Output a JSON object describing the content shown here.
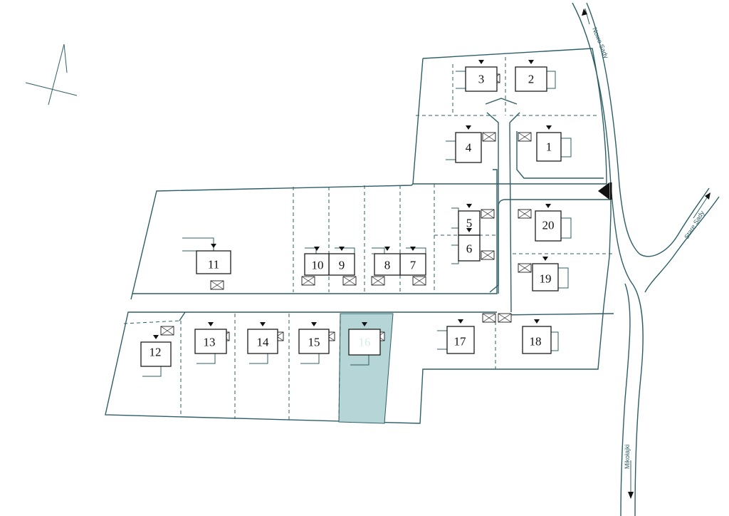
{
  "map": {
    "streets": {
      "nowe_sady": "Nowe Sady",
      "stare_sady": "Stare Sady",
      "mikolajki": "Mikołajki"
    },
    "lots": [
      {
        "id": "1",
        "label": "1",
        "selected": false
      },
      {
        "id": "2",
        "label": "2",
        "selected": false
      },
      {
        "id": "3",
        "label": "3",
        "selected": false
      },
      {
        "id": "4",
        "label": "4",
        "selected": false
      },
      {
        "id": "5",
        "label": "5",
        "selected": false
      },
      {
        "id": "6",
        "label": "6",
        "selected": false
      },
      {
        "id": "7",
        "label": "7",
        "selected": false
      },
      {
        "id": "8",
        "label": "8",
        "selected": false
      },
      {
        "id": "9",
        "label": "9",
        "selected": false
      },
      {
        "id": "10",
        "label": "10",
        "selected": false
      },
      {
        "id": "11",
        "label": "11",
        "selected": false
      },
      {
        "id": "12",
        "label": "12",
        "selected": false
      },
      {
        "id": "13",
        "label": "13",
        "selected": false
      },
      {
        "id": "14",
        "label": "14",
        "selected": false
      },
      {
        "id": "15",
        "label": "15",
        "selected": false
      },
      {
        "id": "16",
        "label": "16",
        "selected": true
      },
      {
        "id": "17",
        "label": "17",
        "selected": false
      },
      {
        "id": "18",
        "label": "18",
        "selected": false
      },
      {
        "id": "19",
        "label": "19",
        "selected": false
      },
      {
        "id": "20",
        "label": "20",
        "selected": false
      }
    ],
    "colors": {
      "outline": "#2d5f66",
      "selected_lot_fill": "#b5d5d6",
      "selected_house_fill": "#1f5457",
      "selected_label": "#d9ecec"
    }
  }
}
